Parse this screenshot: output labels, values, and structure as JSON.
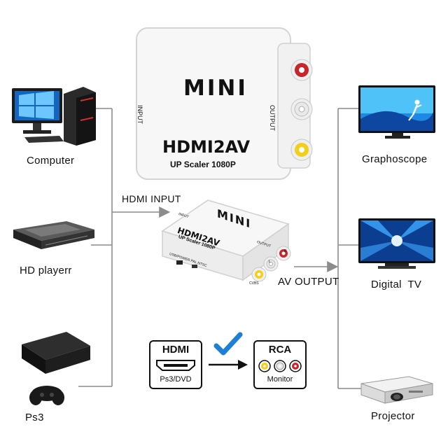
{
  "devices_left": [
    {
      "label": "Computer",
      "icon": "computer-icon"
    },
    {
      "label": "HD playerr",
      "icon": "hd-player-icon"
    },
    {
      "label": "Ps3",
      "icon": "ps3-console-icon"
    }
  ],
  "devices_right": [
    {
      "label": "Graphoscope",
      "icon": "tv-icon"
    },
    {
      "label": "Digital  TV",
      "icon": "digital-tv-icon"
    },
    {
      "label": "Projector",
      "icon": "projector-icon"
    }
  ],
  "converter_large": {
    "brand": "MINI",
    "model": "HDMI2AV",
    "subtitle": "UP Scaler 1080P",
    "input_label": "INPUT",
    "output_label": "OUTPUT"
  },
  "converter_small": {
    "brand": "MINI",
    "model": "HDMI2AV",
    "subtitle": "UP Scaler 1080P",
    "input_label": "INPUT",
    "output_label": "OUTPUT",
    "port_label": "USB/POWER PAL NTSC",
    "jack_labels": [
      "CVBS",
      "L",
      "R"
    ]
  },
  "connections": {
    "hdmi_input": "HDMI INPUT",
    "av_output": "AV OUTPUT"
  },
  "legend": {
    "hdmi_title": "HDMI",
    "hdmi_sub": "Ps3/DVD",
    "rca_title": "RCA",
    "rca_sub": "Monitor"
  },
  "colors": {
    "line": "#8c8c8c",
    "rca_red": "#c8242b",
    "rca_white": "#e9e9e9",
    "rca_yellow": "#f2cf1a",
    "check_blue": "#1f7fd4"
  }
}
